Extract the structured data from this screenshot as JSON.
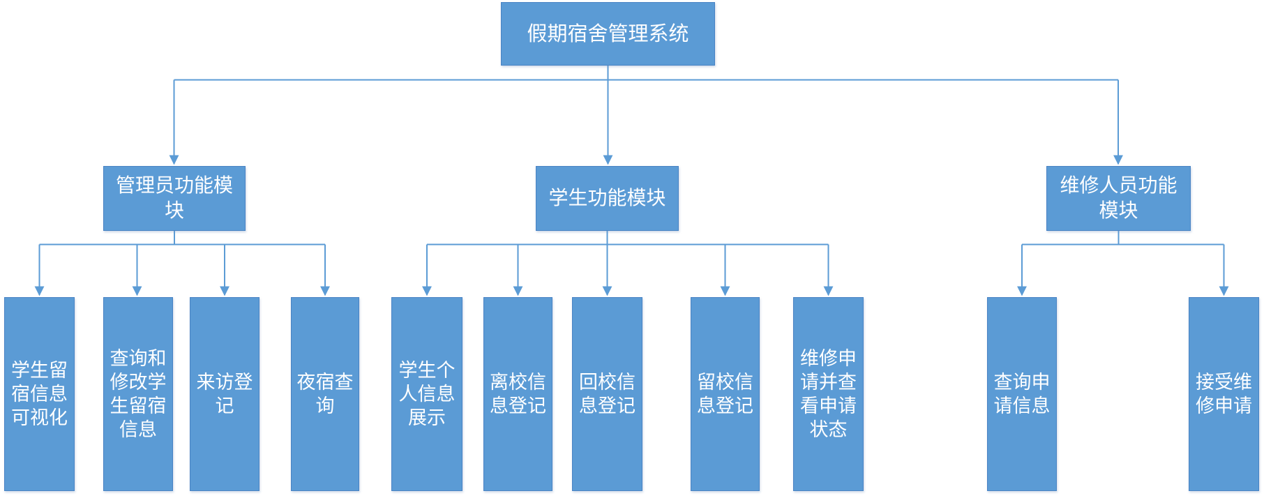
{
  "diagram": {
    "root": {
      "label": "假期宿舍管理系统"
    },
    "modules": [
      {
        "label": "管理员功能模块",
        "children": [
          "学生留宿信息可视化",
          "查询和修改学生留宿信息",
          "来访登记",
          "夜宿查询"
        ]
      },
      {
        "label": "学生功能模块",
        "children": [
          "学生个人信息展示",
          "离校信息登记",
          "回校信息登记",
          "留校信息登记",
          "维修申请并查看申请状态"
        ]
      },
      {
        "label": "维修人员功能模块",
        "children": [
          "查询申请信息",
          "接受维修申请"
        ]
      }
    ]
  },
  "colors": {
    "node_fill": "#5B9BD5",
    "node_border": "#4983C4",
    "node_text": "#FFFFFF",
    "connector": "#5B9BD5",
    "background": "#FFFFFF"
  }
}
